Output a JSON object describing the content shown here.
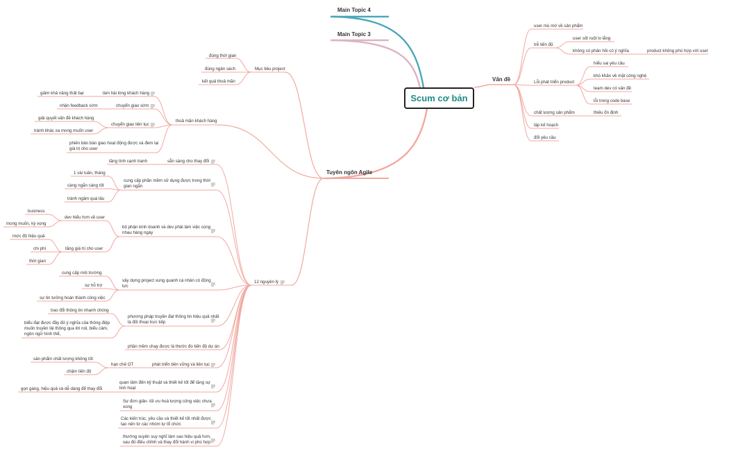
{
  "colors": {
    "branch": "#f2a79f",
    "topic4": "#4ba7bb",
    "topic3": "#dcb3c4",
    "text": "#333333",
    "central_text": "#1e8c84"
  },
  "central": {
    "label": "Scum cơ bản"
  },
  "main_topic_4": {
    "label": "Main Topic 4"
  },
  "main_topic_3": {
    "label": "Main Topic 3"
  },
  "agile": {
    "label": "Tuyên ngôn Agile",
    "muc_tieu": {
      "label": "Mục tiêu project",
      "items": [
        "đúng thời gian",
        "đúng ngân sách",
        "kết quả thoả mãn"
      ]
    },
    "thoa_man": {
      "label": "thoả mãn khách hàng",
      "c1": {
        "label": "làm hài lòng khách hàng",
        "child": "giảm khả năng thất bại"
      },
      "c2": {
        "label": "chuyển giao sớm",
        "child": "nhận feedback sớm"
      },
      "c3": {
        "label": "chuyển giao liên tục",
        "children": [
          "giải quyết vấn đề khách hàng",
          "tránh khác xa mong muốn user"
        ]
      },
      "c4": {
        "label": "phiên bản bàn giao hoạt động được và đem lại giá trị cho user",
        "line1": "phiên bản bàn giao hoạt động được và đem lại",
        "line2": "giá trị cho user"
      }
    },
    "nguyen_ly": {
      "label": "12 nguyên lý",
      "p1": {
        "label": "sẵn sàng cho thay đổi",
        "child": "tăng tính cạnh tranh"
      },
      "p2": {
        "line1": "cung cấp phần mềm sử dụng được trong thời",
        "line2": "gian ngắn",
        "children": [
          "1 vài tuần, tháng",
          "càng ngắn càng tốt",
          "tránh ngâm quá lâu"
        ]
      },
      "p3": {
        "line1": "bộ phận kinh doanh và dev phải làm việc cùng",
        "line2": "nhau hàng ngày",
        "dev": {
          "label": "dev hiểu hơn về user",
          "children": [
            "business",
            "mong muốn, kỳ vọng"
          ]
        },
        "gia_tri": {
          "label": "tăng giá trị cho user",
          "children": [
            "mức độ hiệu quả",
            "chi phí",
            "thời gian"
          ]
        }
      },
      "p4": {
        "line1": "xây dựng project xung quanh cá nhân có động",
        "line2": "lực",
        "children": [
          "cung cấp môi trường",
          "sự hỗ trợ",
          "sự tin tưởng hoàn thành công việc"
        ]
      },
      "p5": {
        "line1": "phương pháp truyền đạt thông tin hiệu quả nhất",
        "line2": "là đối thoại trực tiếp",
        "children": [
          "trao đổi thông tin nhanh chóng"
        ],
        "detail": [
          "biểu đạt được đầy đủ ý nghĩa của thông điệp",
          "muốn truyền tải thông qua lời nói, biểu cảm,",
          "ngôn ngữ hình thể,"
        ]
      },
      "p6": {
        "label": "phần mềm chạy được là thước đo tiến độ dự án"
      },
      "p7": {
        "label": "phát triển bền vững và liên tục",
        "han_che": "hạn chế OT",
        "children": [
          "sản phẩm chất lượng không tốt",
          "chậm tiến độ"
        ]
      },
      "p8": {
        "line1": "quan tâm đến kỹ thuật và thiết kế tốt để tăng sự",
        "line2": "linh hoạt",
        "child": "gọn gàng, hiệu quả và dễ dàng để thay đổi"
      },
      "p9": {
        "line1": "Sự đơn giản- tối ưu hoá lượng công việc chưa",
        "line2": "xong"
      },
      "p10": {
        "line1": "Các kiến trúc, yêu cầu và thiết kế tốt nhất được",
        "line2": "tạo nên từ các nhóm tự tổ chức"
      },
      "p11": {
        "line1": "thường xuyên suy nghĩ làm sao hiệu quả hơn,",
        "line2": "sau đó điều chỉnh và thay đổi hành vi phù hợp"
      }
    }
  },
  "van_de": {
    "label": "Vấn đề",
    "mu_mo": "user mù mờ về sản phẩm",
    "tre_tien_do": {
      "label": "trễ tiến độ",
      "children": [
        "user sốt ruột lo lắng",
        "không có phản hồi có ý nghĩa"
      ],
      "grandchild": "product không phù hợp với user"
    },
    "loi": {
      "label": "Lỗi phát triển product",
      "children": [
        "hiểu sai yêu cầu",
        "khó khăn về mặt công nghệ",
        "team dev có vấn đề",
        "lỗi trong code base"
      ]
    },
    "chat_luong": {
      "label": "chất lượng sản phẩm",
      "child": "thiếu ổn định"
    },
    "lap_ke_hoach": "lập kế hoạch",
    "doi_yeu_cau": "đổi yêu cầu"
  }
}
